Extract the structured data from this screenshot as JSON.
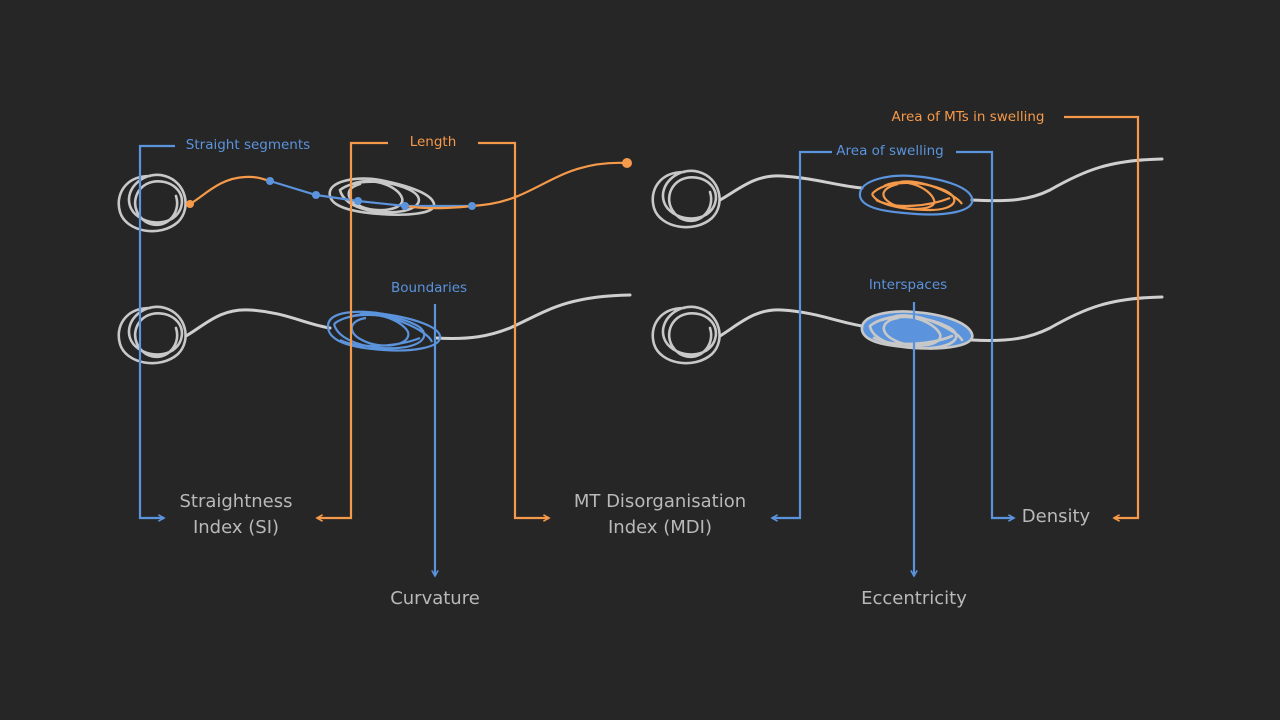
{
  "labels": {
    "straight_segments": "Straight segments",
    "length": "Length",
    "boundaries": "Boundaries",
    "area_of_mts_in_swelling": "Area of MTs in swelling",
    "area_of_swelling": "Area of swelling",
    "interspaces": "Interspaces"
  },
  "outputs": {
    "straightness_line1": "Straightness",
    "straightness_line2": "Index  (SI)",
    "curvature": "Curvature",
    "mdi_line1": "MT Disorganisation",
    "mdi_line2": "Index  (MDI)",
    "eccentricity": "Eccentricity",
    "density": "Density"
  },
  "colors": {
    "blue": "#5b93dc",
    "orange": "#f5994a",
    "grey": "#cfcfcf",
    "background": "#262626"
  }
}
